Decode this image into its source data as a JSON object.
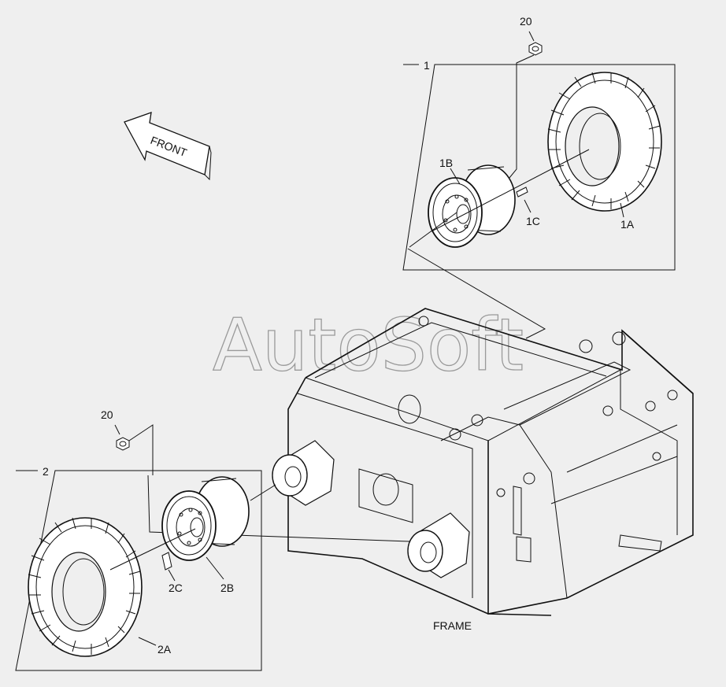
{
  "diagram": {
    "watermark": "AutoSoft",
    "front_arrow_label": "FRONT",
    "frame_label": "FRAME",
    "groups": [
      {
        "id": "1",
        "label": "1",
        "tire": "1A",
        "rim": "1B",
        "valve": "1C"
      },
      {
        "id": "2",
        "label": "2",
        "tire": "2A",
        "rim": "2B",
        "valve": "2C"
      }
    ],
    "nut_labels": [
      "20",
      "20"
    ]
  }
}
